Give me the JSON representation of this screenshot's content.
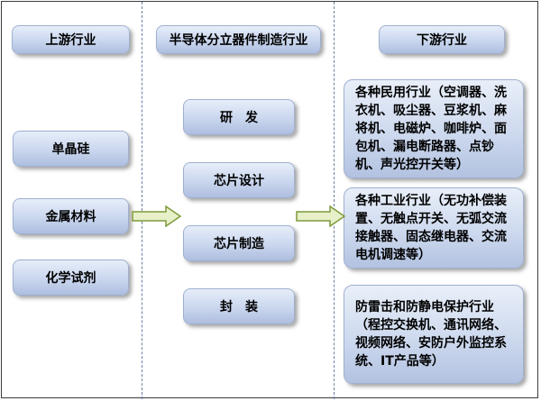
{
  "headers": {
    "upstream": "上游行业",
    "midstream": "半导体分立器件制造行业",
    "downstream": "下游行业"
  },
  "upstream_items": [
    "单晶硅",
    "金属材料",
    "化学试剂"
  ],
  "midstream_items": [
    "研　发",
    "芯片设计",
    "芯片制造",
    "封　装"
  ],
  "downstream_items": [
    "各种民用行业（空调器、洗衣机、吸尘器、豆浆机、麻将机、电磁炉、咖啡炉、面包机、漏电断路器、点钞机、声光控开关等）",
    "各种工业行业（无功补偿装置、无触点开关、无弧交流接触器、固态继电器、交流电机调速等）",
    "防雷击和防静电保护行业（程控交换机、通讯网络、视频网络、安防户外监控系统、IT产品等）"
  ],
  "colors": {
    "box_fill": "#c9d6ee",
    "box_border": "#9fb0d0",
    "arrow_fill": "#e7f0c8",
    "arrow_stroke": "#7f9a3c",
    "divider": "#6c7ea6"
  }
}
